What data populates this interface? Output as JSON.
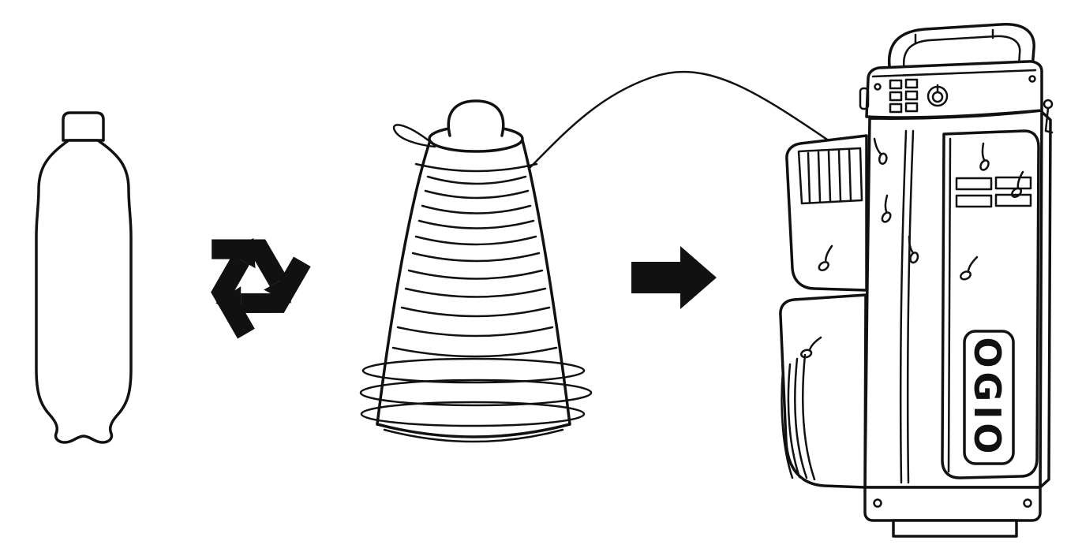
{
  "diagram": {
    "type": "recycling-process-illustration",
    "background_color": "#ffffff",
    "line_color": "#111111",
    "brand": "OGIO",
    "steps": [
      {
        "id": 1,
        "name": "plastic-bottle",
        "icon": "bottle-icon"
      },
      {
        "id": 2,
        "name": "recycling",
        "icon": "recycle-icon"
      },
      {
        "id": 3,
        "name": "recycled-thread-cone",
        "icon": "thread-cone-icon"
      },
      {
        "id": 4,
        "name": "becomes",
        "icon": "arrow-right-icon"
      },
      {
        "id": 5,
        "name": "golf-bag",
        "icon": "golf-bag-icon",
        "label": "OGIO"
      }
    ]
  }
}
